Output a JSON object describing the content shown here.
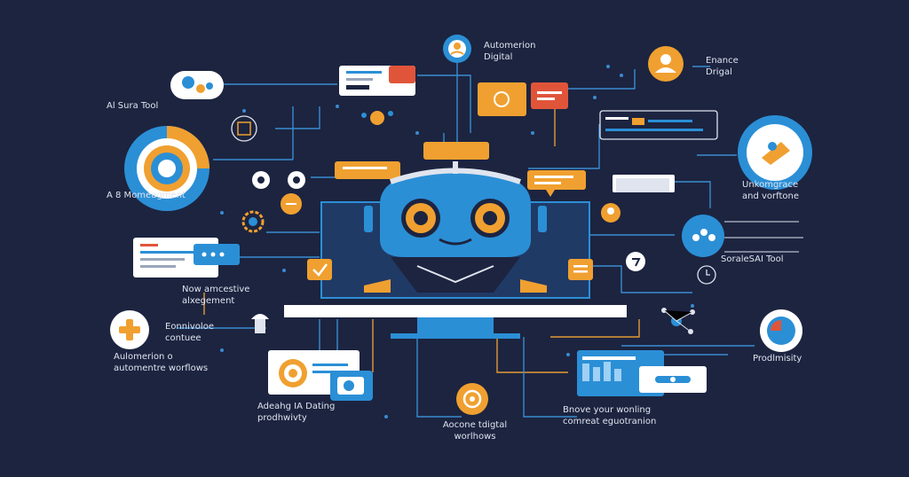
{
  "labels": {
    "automation_digital": "Automerion\nDigital",
    "enhance_digital": "Enance\nDrigal",
    "ai_suite_tool": "Al Sura Tool",
    "ai_management": "A 8 Momeagment",
    "automate_workflows_right": "Unkomgrace\nand vorftone",
    "social_ai_tool": "SoraleSAI Tool",
    "new_automation": "Now amcestive\nalxegement",
    "connect_cards": "Eonnivoloe\ncontuee",
    "automation_workflows": "Aulomerion o\nautomentre worflows",
    "productivity": "Prodlmisity",
    "adopt_ai": "Adeahg IA Dating\nprodhwivty",
    "automate_digital": "Aocone tdigtal\nworlhows",
    "improve_working": "Bnove your wonling\ncomreat eguotranion"
  },
  "colors": {
    "background": "#1c2440",
    "blue": "#2b8fd6",
    "orange": "#f0a030",
    "red": "#e0553a",
    "white": "#ffffff",
    "line_blue": "#3a8bd0",
    "line_orange": "#e49a35"
  },
  "icons": {
    "robot": "robot-face-icon",
    "monitor": "monitor-icon"
  }
}
